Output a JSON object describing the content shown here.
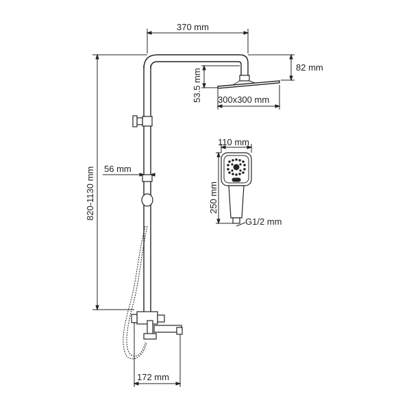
{
  "dimensions": {
    "arm_length": "370 mm",
    "head_height": "82 mm",
    "head_thickness": "53.5 mm",
    "head_size": "300x300 mm",
    "hand_width": "110 mm",
    "hand_length": "250 mm",
    "connection": "G1/2 mm",
    "pipe_diameter": "56 mm",
    "column_height": "820-1130 mm",
    "spout_depth": "172 mm"
  }
}
